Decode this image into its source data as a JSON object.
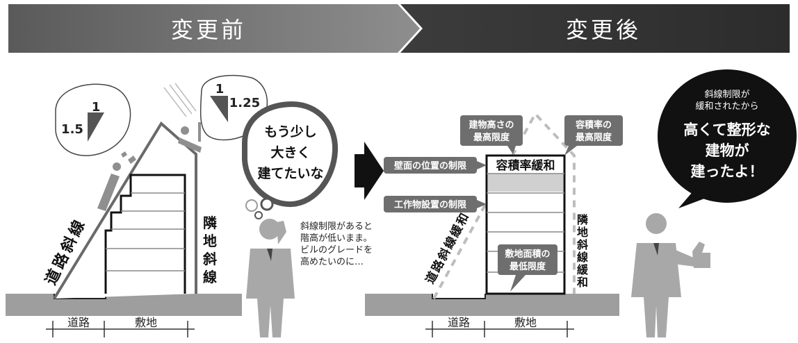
{
  "header": {
    "before_label": "変更前",
    "after_label": "変更後"
  },
  "before": {
    "ratio_left": {
      "top": "1",
      "bottom": "1.5"
    },
    "ratio_right": {
      "top": "1",
      "bottom": "1.25"
    },
    "road_slope_label": "道路斜線",
    "neighbor_slope_label": "隣地斜線",
    "thought_bubble": [
      "もう少し",
      "大きく",
      "建てたいな"
    ],
    "caption": [
      "斜線制限があると",
      "階高が低いまま。",
      "ビルのグレードを",
      "高めたいのに…"
    ],
    "ground_labels": {
      "road": "道路",
      "site": "敷地"
    }
  },
  "after": {
    "tags": {
      "height_limit": [
        "建物高さの",
        "最高限度"
      ],
      "far_limit": [
        "容積率の",
        "最高限度"
      ],
      "wall_position": "壁面の位置の制限",
      "structure_limit": "工作物設置の制限",
      "site_area_limit": [
        "敷地面積の",
        "最低限度"
      ]
    },
    "far_relaxation": "容積率緩和",
    "road_slope_relax": "道路斜線緩和",
    "neighbor_slope_relax": "隣地斜線緩和",
    "speech_bubble": {
      "small": [
        "斜線制限が",
        "緩和されたから"
      ],
      "big": [
        "高くて整形な",
        "建物が",
        "建ったよ！"
      ]
    },
    "ground_labels": {
      "road": "道路",
      "site": "敷地"
    }
  },
  "colors": {
    "header_before": "#8a8a8a",
    "header_after": "#3a3a3a",
    "ground": "#9e9e9e",
    "tag": "#6e6e6e",
    "figure": "#a8a8a8"
  }
}
